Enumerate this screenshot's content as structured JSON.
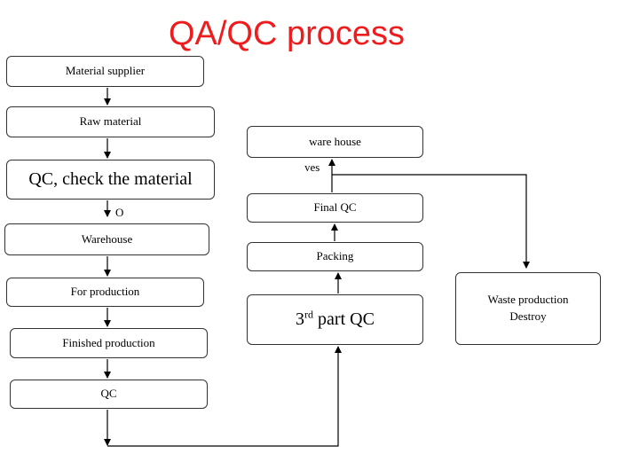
{
  "title": "QA/QC process",
  "nodes": {
    "material_supplier": "Material supplier",
    "raw_material": "Raw material",
    "qc_check": "QC, check the material",
    "warehouse": "Warehouse",
    "for_production": "For production",
    "finished_production": "Finished production",
    "qc": "QC",
    "third_part_qc": {
      "prefix": "3",
      "sup": "rd",
      "suffix": " part QC"
    },
    "packing": "Packing",
    "final_qc": "Final QC",
    "ware_house": "ware house",
    "waste_production": {
      "line1": "Waste production",
      "line2": "Destroy"
    }
  },
  "labels": {
    "yes": "yes",
    "ok": "O"
  }
}
